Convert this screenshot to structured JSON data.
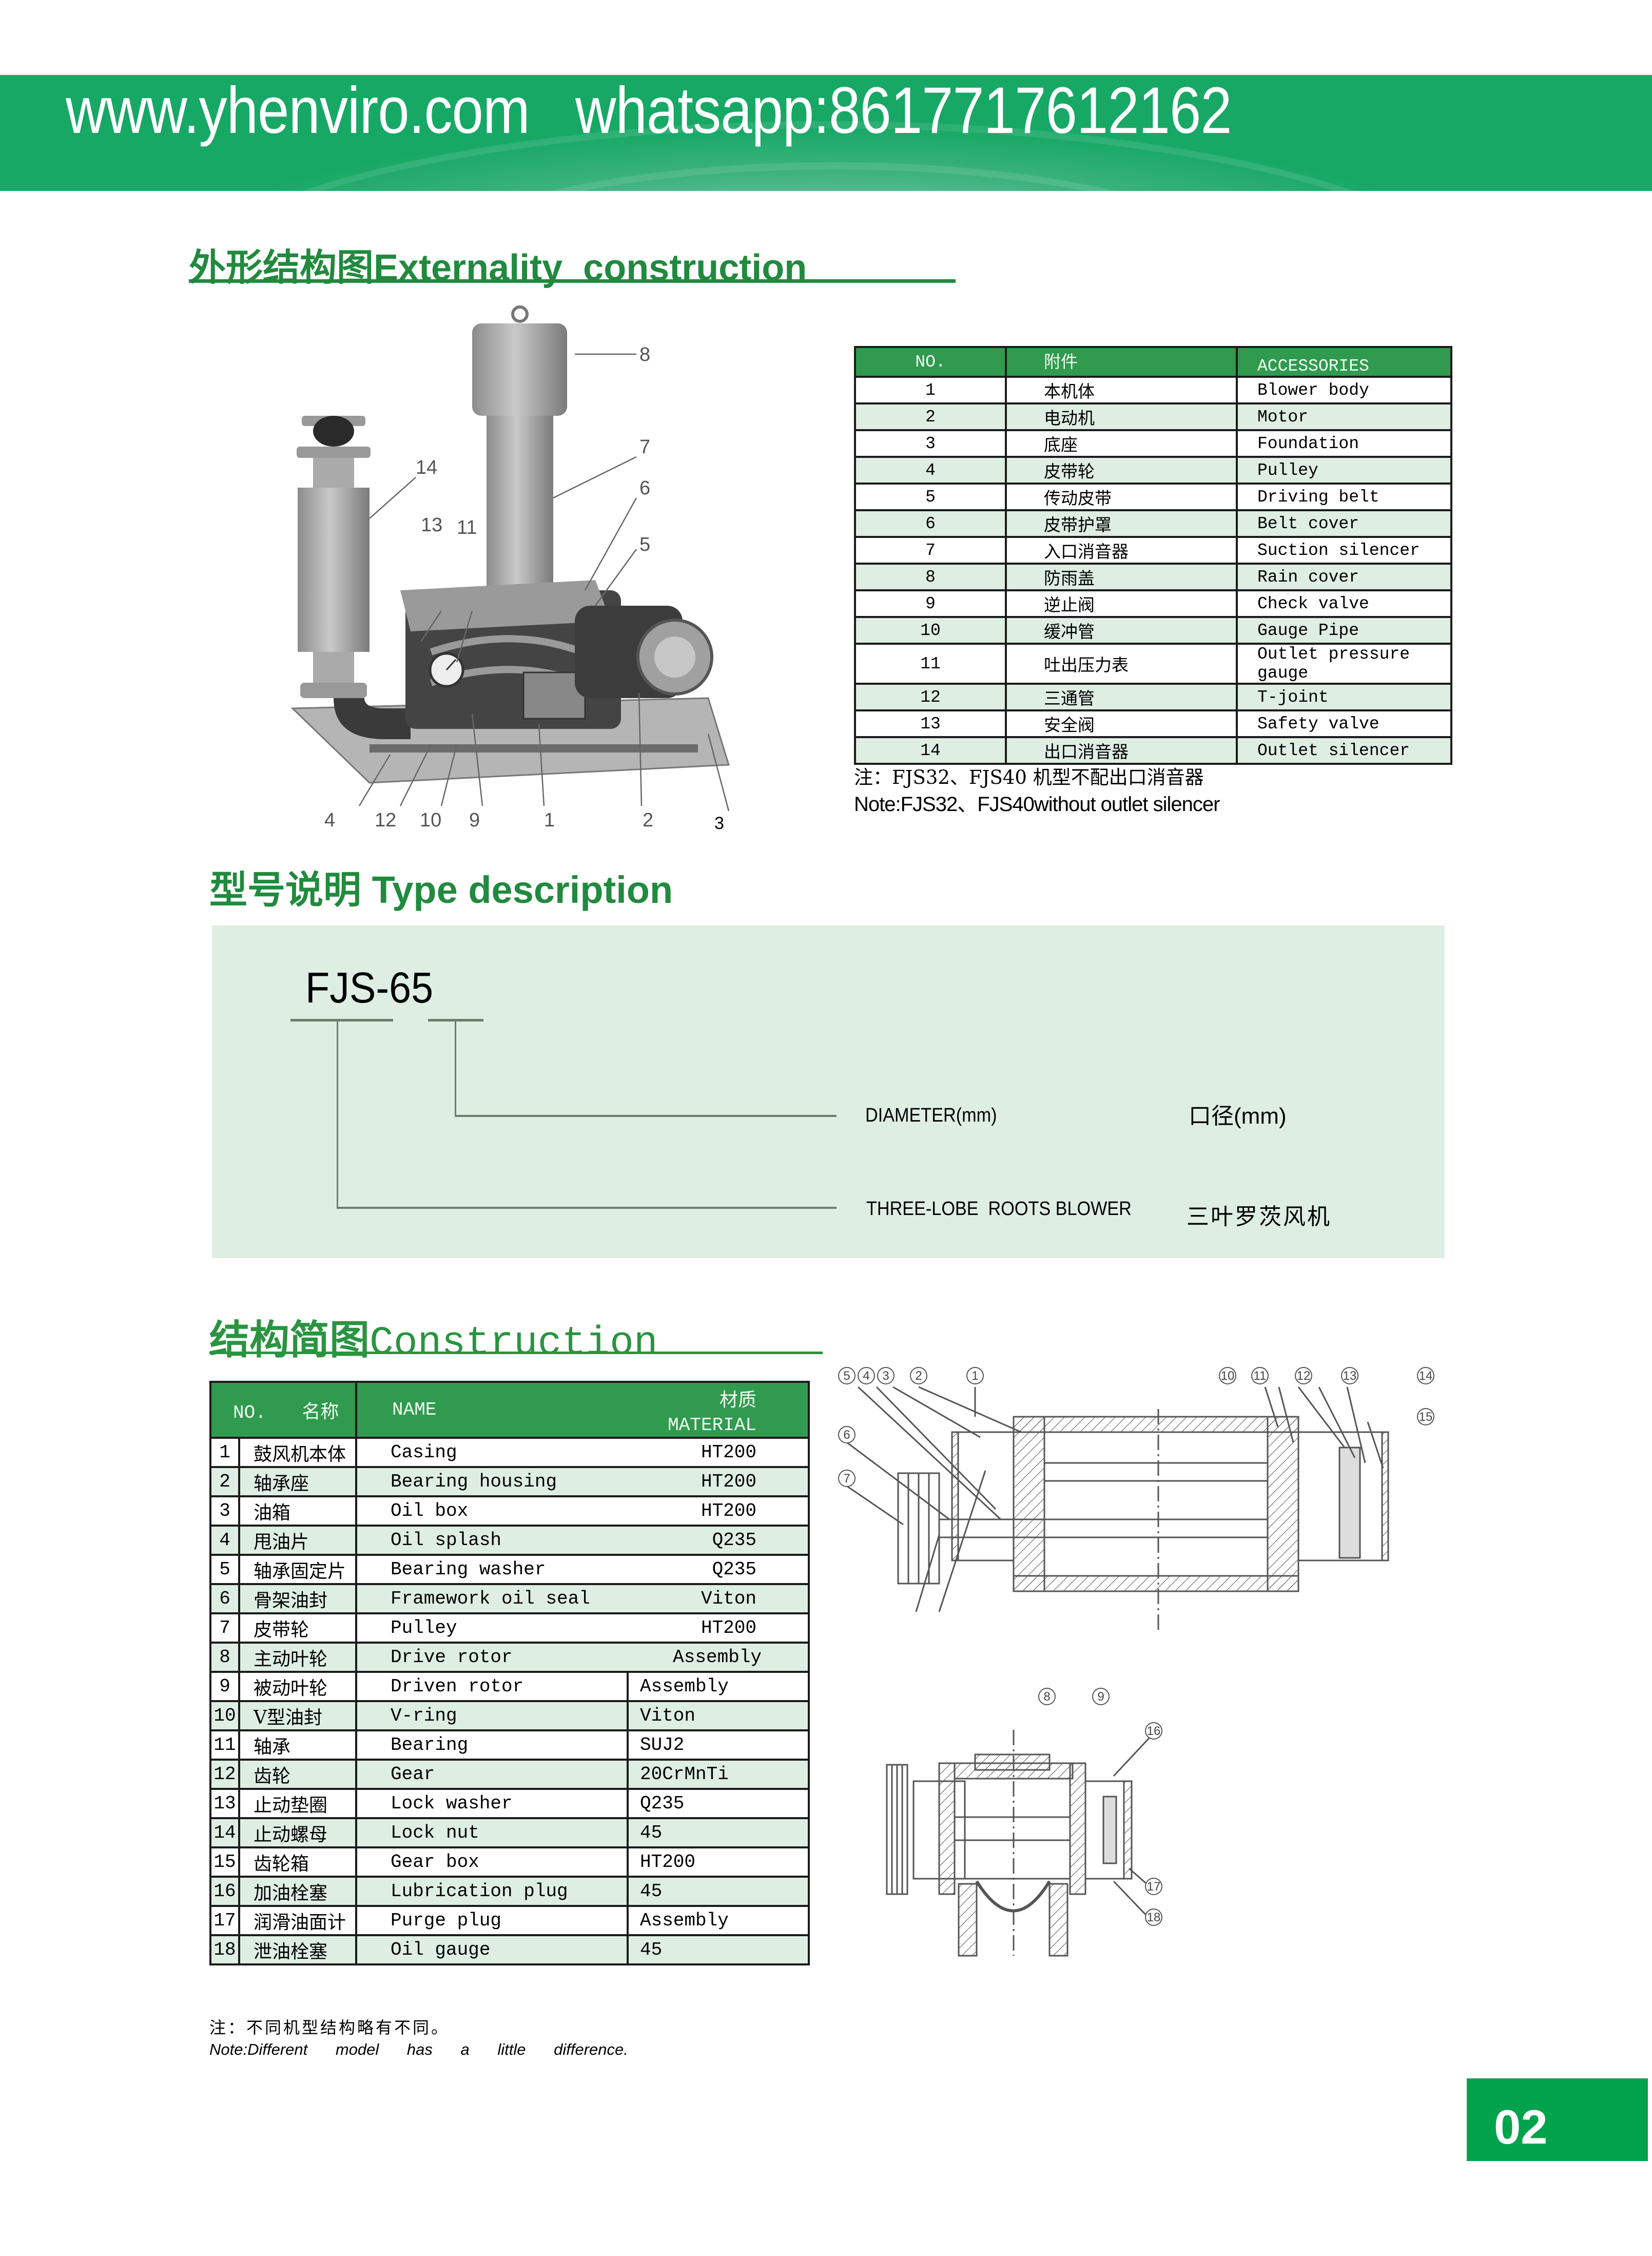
{
  "banner": {
    "text": "www.yhenviro.com   whatsapp:8617717612162",
    "website": "www.yhenviro.com",
    "whatsapp": "whatsapp:8617717612162",
    "color": "#17a865"
  },
  "externality": {
    "title_zh": "外形结构图",
    "title_en": "Externality  construction",
    "photo_callouts": [
      "8",
      "7",
      "14",
      "6",
      "13",
      "11",
      "5",
      "4",
      "12",
      "10",
      "9",
      "1",
      "2",
      "3"
    ],
    "table": {
      "headers": [
        "NO.",
        "附件",
        "ACCESSORIES"
      ],
      "rows": [
        {
          "no": "1",
          "zh": "本机体",
          "en": "Blower body"
        },
        {
          "no": "2",
          "zh": "电动机",
          "en": "Motor"
        },
        {
          "no": "3",
          "zh": "底座",
          "en": "Foundation"
        },
        {
          "no": "4",
          "zh": "皮带轮",
          "en": "Pulley"
        },
        {
          "no": "5",
          "zh": "传动皮带",
          "en": "Driving belt"
        },
        {
          "no": "6",
          "zh": "皮带护罩",
          "en": "Belt cover"
        },
        {
          "no": "7",
          "zh": "入口消音器",
          "en": "Suction silencer"
        },
        {
          "no": "8",
          "zh": "防雨盖",
          "en": "Rain cover"
        },
        {
          "no": "9",
          "zh": "逆止阀",
          "en": "Check valve"
        },
        {
          "no": "10",
          "zh": "缓冲管",
          "en": "Gauge Pipe"
        },
        {
          "no": "11",
          "zh": "吐出压力表",
          "en": "Outlet pressure gauge"
        },
        {
          "no": "12",
          "zh": "三通管",
          "en": "T-joint"
        },
        {
          "no": "13",
          "zh": "安全阀",
          "en": "Safety valve"
        },
        {
          "no": "14",
          "zh": "出口消音器",
          "en": "Outlet silencer"
        }
      ]
    },
    "note_zh": "注：FJS32、FJS40  机型不配出口消音器",
    "note_en": "Note:FJS32、FJS40without outlet silencer"
  },
  "type_description": {
    "title_zh": "型号说明",
    "title_en": "Type description",
    "model": "FJS-65",
    "diameter_en": "DIAMETER(mm)",
    "diameter_zh": "口径(mm)",
    "blower_en": "THREE-LOBE  ROOTS BLOWER",
    "blower_zh": "三叶罗茨风机",
    "panel_color": "#deeee2"
  },
  "construction": {
    "title_zh": "结构简图",
    "title_en": "Construction",
    "table": {
      "headers": {
        "no": "NO.",
        "name_zh": "名称",
        "name_en": "NAME",
        "material_zh": "材质",
        "material_en": "MATERIAL"
      },
      "rows": [
        {
          "no": "1",
          "zh": "鼓风机本体",
          "en": "Casing",
          "material": "HT200"
        },
        {
          "no": "2",
          "zh": "轴承座",
          "en": "Bearing housing",
          "material": "HT200"
        },
        {
          "no": "3",
          "zh": "油箱",
          "en": "Oil box",
          "material": "HT200"
        },
        {
          "no": "4",
          "zh": "甩油片",
          "en": "Oil splash",
          "material": "Q235"
        },
        {
          "no": "5",
          "zh": "轴承固定片",
          "en": "Bearing washer",
          "material": "Q235"
        },
        {
          "no": "6",
          "zh": "骨架油封",
          "en": "Framework oil seal",
          "material": "Viton"
        },
        {
          "no": "7",
          "zh": "皮带轮",
          "en": "Pulley",
          "material": "HT200"
        },
        {
          "no": "8",
          "zh": "主动叶轮",
          "en": "Drive rotor",
          "material": "Assembly"
        },
        {
          "no": "9",
          "zh": "被动叶轮",
          "en": "Driven rotor",
          "material": "Assembly"
        },
        {
          "no": "10",
          "zh": "V型油封",
          "en": "V-ring",
          "material": "Viton"
        },
        {
          "no": "11",
          "zh": "轴承",
          "en": "Bearing",
          "material": "SUJ2"
        },
        {
          "no": "12",
          "zh": "齿轮",
          "en": "Gear",
          "material": "20CrMnTi"
        },
        {
          "no": "13",
          "zh": "止动垫圈",
          "en": "Lock washer",
          "material": "Q235"
        },
        {
          "no": "14",
          "zh": "止动螺母",
          "en": "Lock nut",
          "material": "45"
        },
        {
          "no": "15",
          "zh": "齿轮箱",
          "en": "Gear box",
          "material": "HT200"
        },
        {
          "no": "16",
          "zh": "加油栓塞",
          "en": "Lubrication plug",
          "material": "45"
        },
        {
          "no": "17",
          "zh": "润滑油面计",
          "en": "Purge plug",
          "material": "Assembly"
        },
        {
          "no": "18",
          "zh": "泄油栓塞",
          "en": "Oil gauge",
          "material": "45"
        }
      ]
    },
    "drawing_callouts_top": [
      "5",
      "4",
      "3",
      "2",
      "1",
      "10",
      "11",
      "12",
      "13",
      "14",
      "15",
      "6",
      "7",
      "8",
      "9"
    ],
    "drawing_callouts_bottom": [
      "16",
      "17",
      "18"
    ],
    "note_zh": "注：不同机型结构略有不同。",
    "note_en": "Note:Different model has a little difference."
  },
  "page": {
    "number": "02",
    "color": "#00a34c"
  },
  "colors": {
    "title_green": "#218a3e",
    "table_header": "#309a4e",
    "table_alt_row": "#deeee2"
  }
}
